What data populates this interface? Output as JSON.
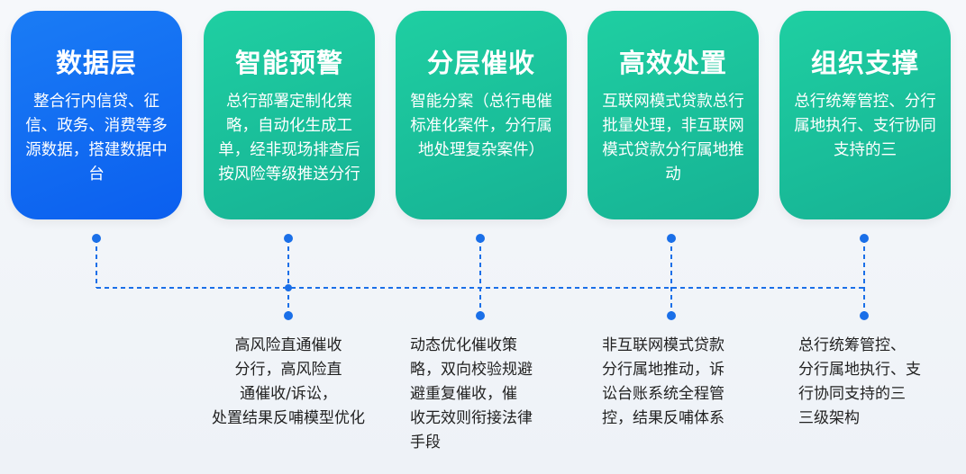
{
  "cards": [
    {
      "title": "数据层",
      "body": "整合行内信贷、征信、政务、消费等多源数据，搭建数据中台"
    },
    {
      "title": "智能预警",
      "body": "总行部署定制化策略，自动化生成工单，经非现场排查后按风险等级推送分行"
    },
    {
      "title": "分层催收",
      "body": "智能分案（总行电催标准化案件，分行属地处理复杂案件）"
    },
    {
      "title": "高效处置",
      "body": "互联网模式贷款总行批量处理，非互联网模式贷款分行属地推动"
    },
    {
      "title": "组织支撑",
      "body": "总行统筹管控、分行属地执行、支行协同支持的三"
    }
  ],
  "details": [
    "高风险直通催收\n分行，高风险直\n通催收/诉讼，\n处置结果反哺模型优化",
    "动态优化催收策\n略，双向校验规避\n避重复催收，催\n收无效则衔接法律\n手段",
    "非互联网模式贷款\n分行属地推动，诉\n讼台账系统全程管\n控，结果反哺体系",
    "总行统筹管控、\n分行属地执行、支\n行协同支持的三\n三级架构"
  ],
  "colors": {
    "blue": "#0b5fef",
    "green": "#16b294",
    "connector": "#1a6fe8"
  }
}
